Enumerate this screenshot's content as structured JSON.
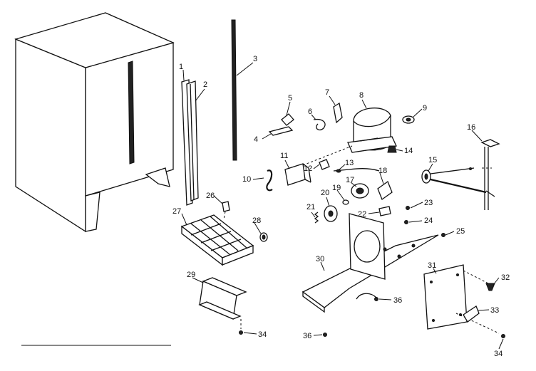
{
  "callouts": {
    "c1": "1",
    "c2": "2",
    "c3": "3",
    "c4": "4",
    "c5": "5",
    "c6": "6",
    "c7": "7",
    "c8": "8",
    "c9": "9",
    "c10": "10",
    "c11": "11",
    "c12": "12",
    "c13": "13",
    "c14": "14",
    "c15": "15",
    "c16": "16",
    "c17": "17",
    "c18": "18",
    "c19": "19",
    "c20": "20",
    "c21": "21",
    "c22": "22",
    "c23": "23",
    "c24": "24",
    "c25": "25",
    "c26": "26",
    "c27": "27",
    "c28": "28",
    "c29": "29",
    "c30": "30",
    "c31": "31",
    "c32": "32",
    "c33": "33",
    "c34a": "34",
    "c34b": "34",
    "c36a": "36",
    "c36b": "36"
  }
}
